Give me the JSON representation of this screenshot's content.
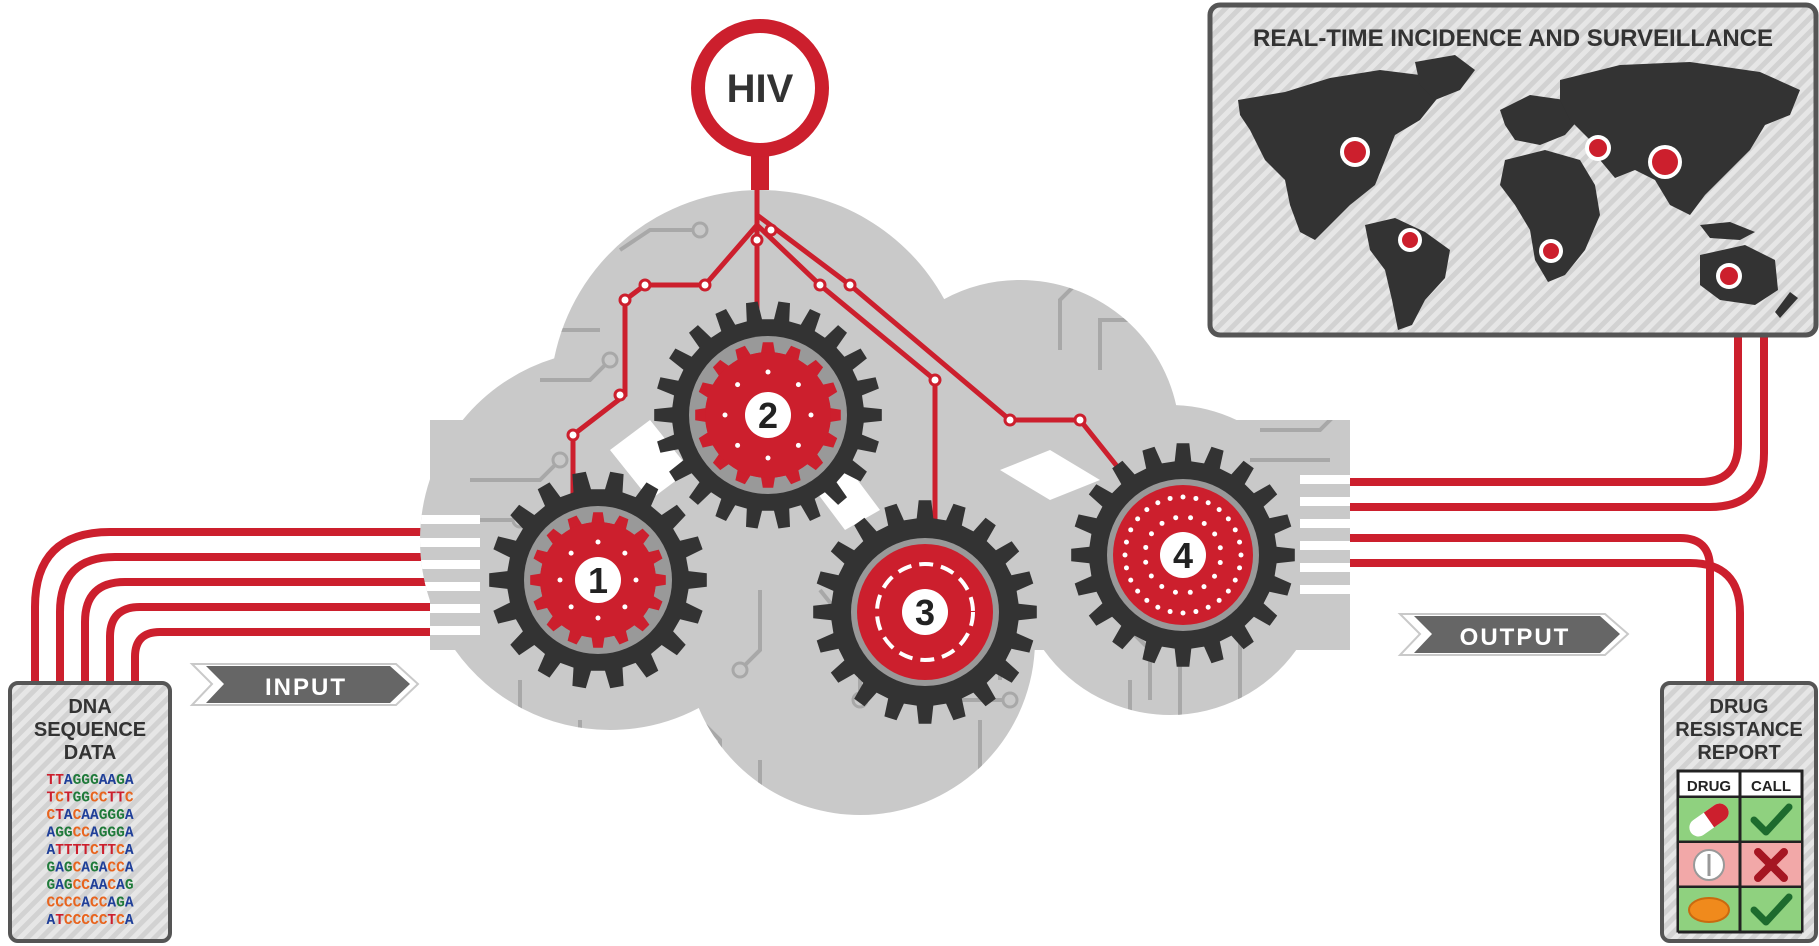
{
  "hiv_label": "HIV",
  "input_label": "INPUT",
  "output_label": "OUTPUT",
  "surveillance_title": "REAL-TIME INCIDENCE AND SURVEILLANCE",
  "dna_box": {
    "title_lines": [
      "DNA",
      "SEQUENCE",
      "DATA"
    ],
    "sequences": [
      "TTAGGGAAGA",
      "TCTGGCCTTC",
      "CTACAAGGGA",
      "AGGCCAGGGA",
      "ATTTTCTTCA",
      "GAGCAGACCA",
      "GAGCCAACAG",
      "CCCCACCAGA",
      "ATCCCCCTCA"
    ]
  },
  "report_box": {
    "title_lines": [
      "DRUG",
      "RESISTANCE",
      "REPORT"
    ],
    "headers": [
      "DRUG",
      "CALL"
    ],
    "rows": [
      {
        "drug_icon": "capsule-icon",
        "call": "check"
      },
      {
        "drug_icon": "tablet-icon",
        "call": "cross"
      },
      {
        "drug_icon": "oval-pill-icon",
        "call": "check"
      }
    ]
  },
  "gears": [
    {
      "label": "1"
    },
    {
      "label": "2"
    },
    {
      "label": "3"
    },
    {
      "label": "4"
    }
  ],
  "colors": {
    "red": "#cc1f2d",
    "dark": "#333333",
    "cloud": "#c9c9c9",
    "trace": "#a8a8a8",
    "A": "#1f3f99",
    "C": "#e8641e",
    "G": "#1f7a3a",
    "T": "#cc1f2d",
    "green": "#8fd17f",
    "pink": "#f2a8a8",
    "check": "#1d6b2e"
  }
}
